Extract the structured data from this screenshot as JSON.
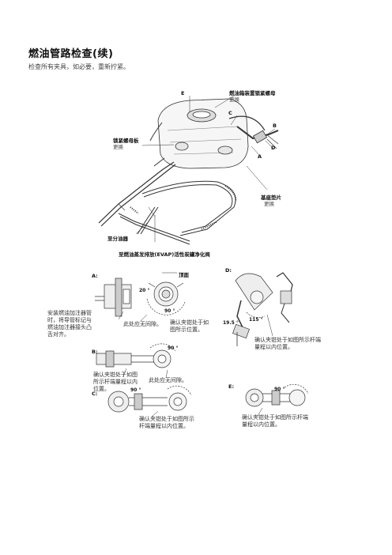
{
  "page": {
    "title": "燃油管路检查(续)",
    "subtitle": "检查所有夹具，如必要，重新拧紧。",
    "header_mark": "",
    "footer_mark": ""
  },
  "main_diagram": {
    "labels": {
      "fuel_tank_nut": "燃油箱装置锁紧螺母",
      "fuel_tank_nut_sub": "更换",
      "lock_plate": "锁紧螺母板",
      "lock_plate_sub": "更换",
      "base_gasket": "基座垫片",
      "base_gasket_sub": "更换",
      "to_distributor": "至分油器",
      "to_evap": "至燃油蒸发排放(EVAP)活性炭罐净化阀"
    },
    "letters": {
      "e": "E",
      "c": "C",
      "b": "B",
      "d": "D",
      "a": "A"
    }
  },
  "details": {
    "a": {
      "letter": "A:",
      "top_label": "顶面",
      "angle_20": "20 °",
      "angle_90": "90 °",
      "note1": "安装燃油加注器管时，将导管标记与燃油加注器接头凸舌对齐。",
      "note2": "此处应无间隙。",
      "note3": "确认夹钳处于如图所示位置。"
    },
    "d": {
      "letter": "D:",
      "angle_195": "19.5 °",
      "angle_115": "115 °",
      "note": "确认夹钳处于如图所示杆端量程以内位置。"
    },
    "b": {
      "letter": "B:",
      "angle_90": "90 °",
      "note1": "确认夹钳处于如图所示杆端量程以内位置。",
      "note2": "此处应无间隙。"
    },
    "c": {
      "letter": "C:",
      "angle_90": "90 °",
      "note": "确认夹钳处于如图所示杆端量程以内位置。"
    },
    "e": {
      "letter": "E:",
      "angle_90": "90 °",
      "note": "确认夹钳处于如图所示杆端量程以内位置。"
    }
  }
}
